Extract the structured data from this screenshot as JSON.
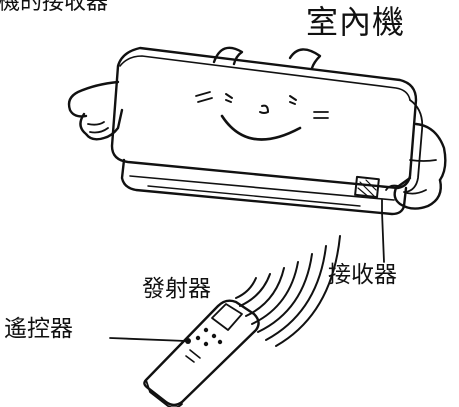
{
  "caption_top": "機的接收器",
  "labels": {
    "indoor_unit": "室內機",
    "receiver": "接收器",
    "emitter": "發射器",
    "remote": "遙控器"
  },
  "colors": {
    "ink": "#111111",
    "background": "#ffffff"
  }
}
